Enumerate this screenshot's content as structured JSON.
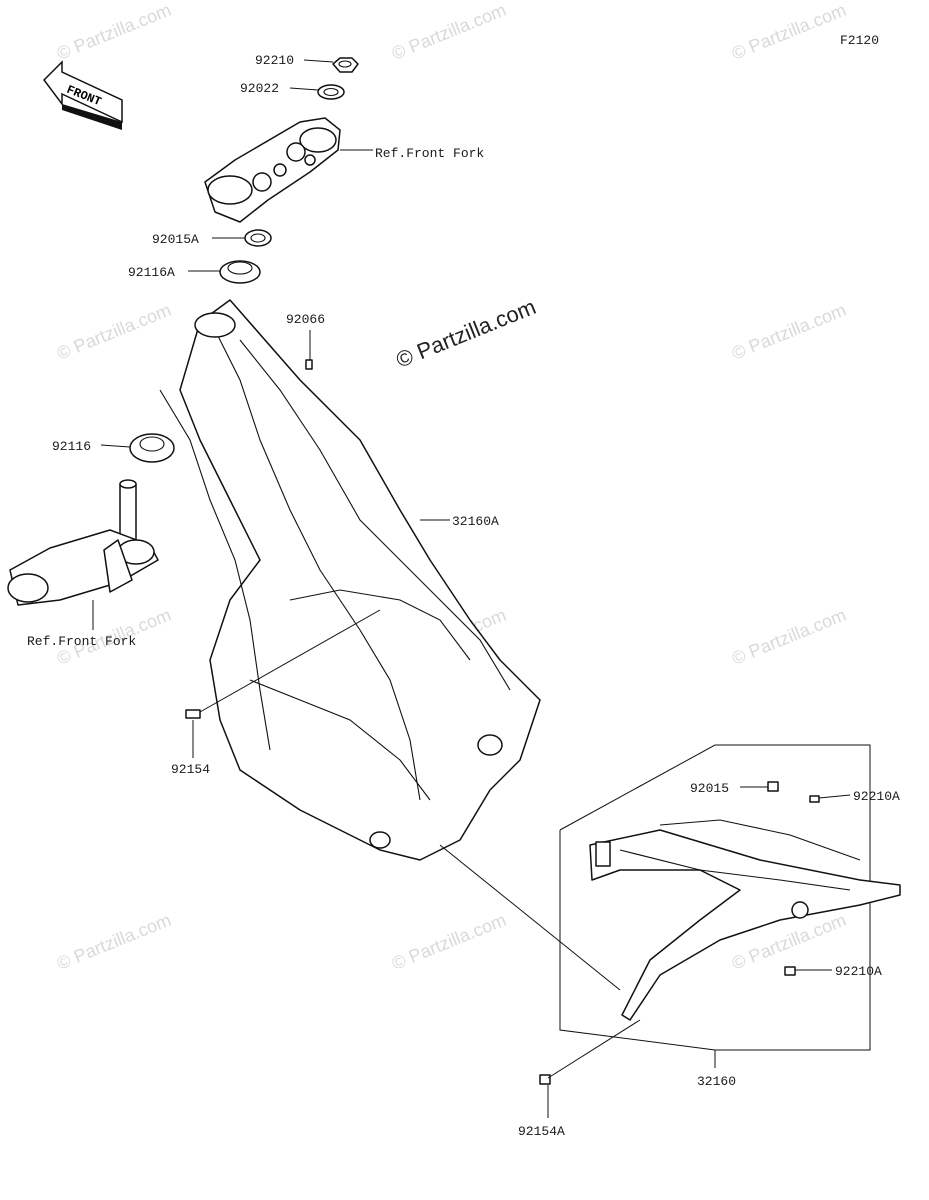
{
  "diagram_code": "F2120",
  "front_arrow_label": "FRONT",
  "watermark_main": "© Partzilla.com",
  "watermark_small": "© Partzilla.com",
  "callouts": {
    "p92210": "92210",
    "p92022": "92022",
    "ref_front_fork_top": "Ref.Front Fork",
    "p92015A": "92015A",
    "p92116A": "92116A",
    "p92066": "92066",
    "p92116": "92116",
    "p32160A": "32160A",
    "ref_front_fork_bottom": "Ref.Front Fork",
    "p92154": "92154",
    "p92015": "92015",
    "p92210A_top": "92210A",
    "p92210A_bottom": "92210A",
    "p32160": "32160",
    "p92154A": "92154A"
  }
}
